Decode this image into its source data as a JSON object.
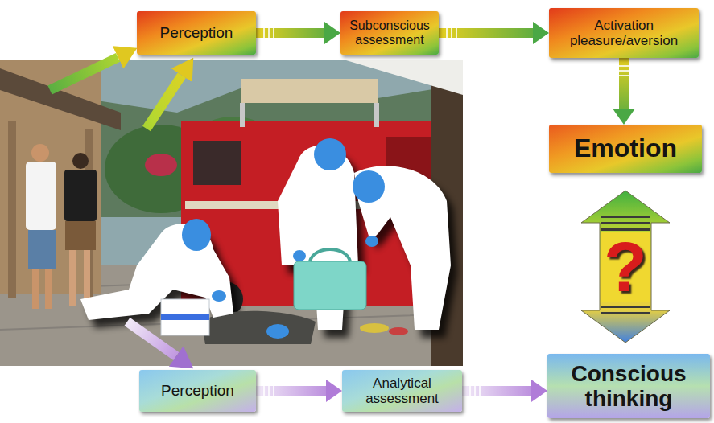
{
  "diagram": {
    "nodes": [
      {
        "text": [
          "Perception"
        ]
      },
      {
        "text": [
          "Subconscious assessment"
        ]
      },
      {
        "text": [
          "Activation pleasure/aversion"
        ]
      },
      {
        "text": [
          "Emotion"
        ]
      },
      {
        "text": [
          "Perception"
        ]
      },
      {
        "text": [
          "Analytical assessment"
        ]
      },
      {
        "text": [
          "Conscious thinking"
        ]
      }
    ],
    "edges": [
      {
        "from": 0,
        "to": 1,
        "arrow": "to"
      },
      {
        "from": 1,
        "to": 2,
        "arrow": "to"
      },
      {
        "from": 2,
        "to": 3,
        "arrow": "to"
      },
      {
        "from": 3,
        "to": 6,
        "label": "?",
        "arrow": "both"
      },
      {
        "from": 4,
        "to": 5,
        "arrow": "to"
      },
      {
        "from": 5,
        "to": 6,
        "arrow": "to"
      }
    ]
  }
}
